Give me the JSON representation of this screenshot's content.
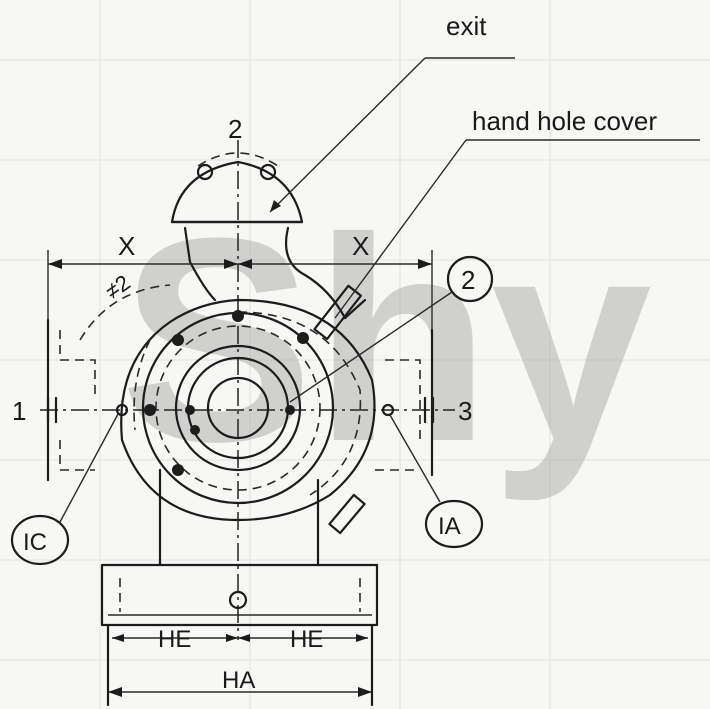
{
  "labels": {
    "exit": "exit",
    "hand_hole_cover": "hand hole cover",
    "axis_top": "2",
    "axis_left": "1",
    "axis_right": "3",
    "dim_x_left": "X",
    "dim_x_right": "X",
    "angle_mark": "≠2",
    "callout_2": "2",
    "callout_ic": "IC",
    "callout_ia": "IA",
    "dim_he_left": "HE",
    "dim_he_right": "HE",
    "dim_ha": "HA"
  },
  "watermark": "Shy",
  "colors": {
    "ink": "#1c1c1c",
    "paper": "#f7f7f5",
    "watermark": "#8a8a8a"
  }
}
